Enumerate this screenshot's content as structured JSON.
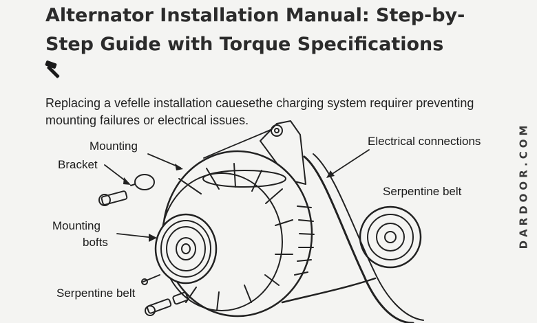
{
  "title": "Alternator Installation Manual: Step-by-Step Guide with Torque Specifications",
  "intro": "Replacing a vefelle installation cauesethe charging system requirer preventing mounting failures or electrical issues.",
  "icons": {
    "title_icon": "hammer-icon"
  },
  "labels": {
    "mounting": "Mounting",
    "bracket": "Bracket",
    "electrical_connections": "Electrical connections",
    "serpentine_belt_right": "Serpentine belt",
    "mounting_bolts_line1": "Mounting",
    "mounting_bolts_line2": "bofts",
    "serpentine_belt_left": "Serpentine belt"
  },
  "watermark": "DARDOOR.COM",
  "colors": {
    "ink": "#1c1c1c",
    "background": "#f4f4f2"
  }
}
